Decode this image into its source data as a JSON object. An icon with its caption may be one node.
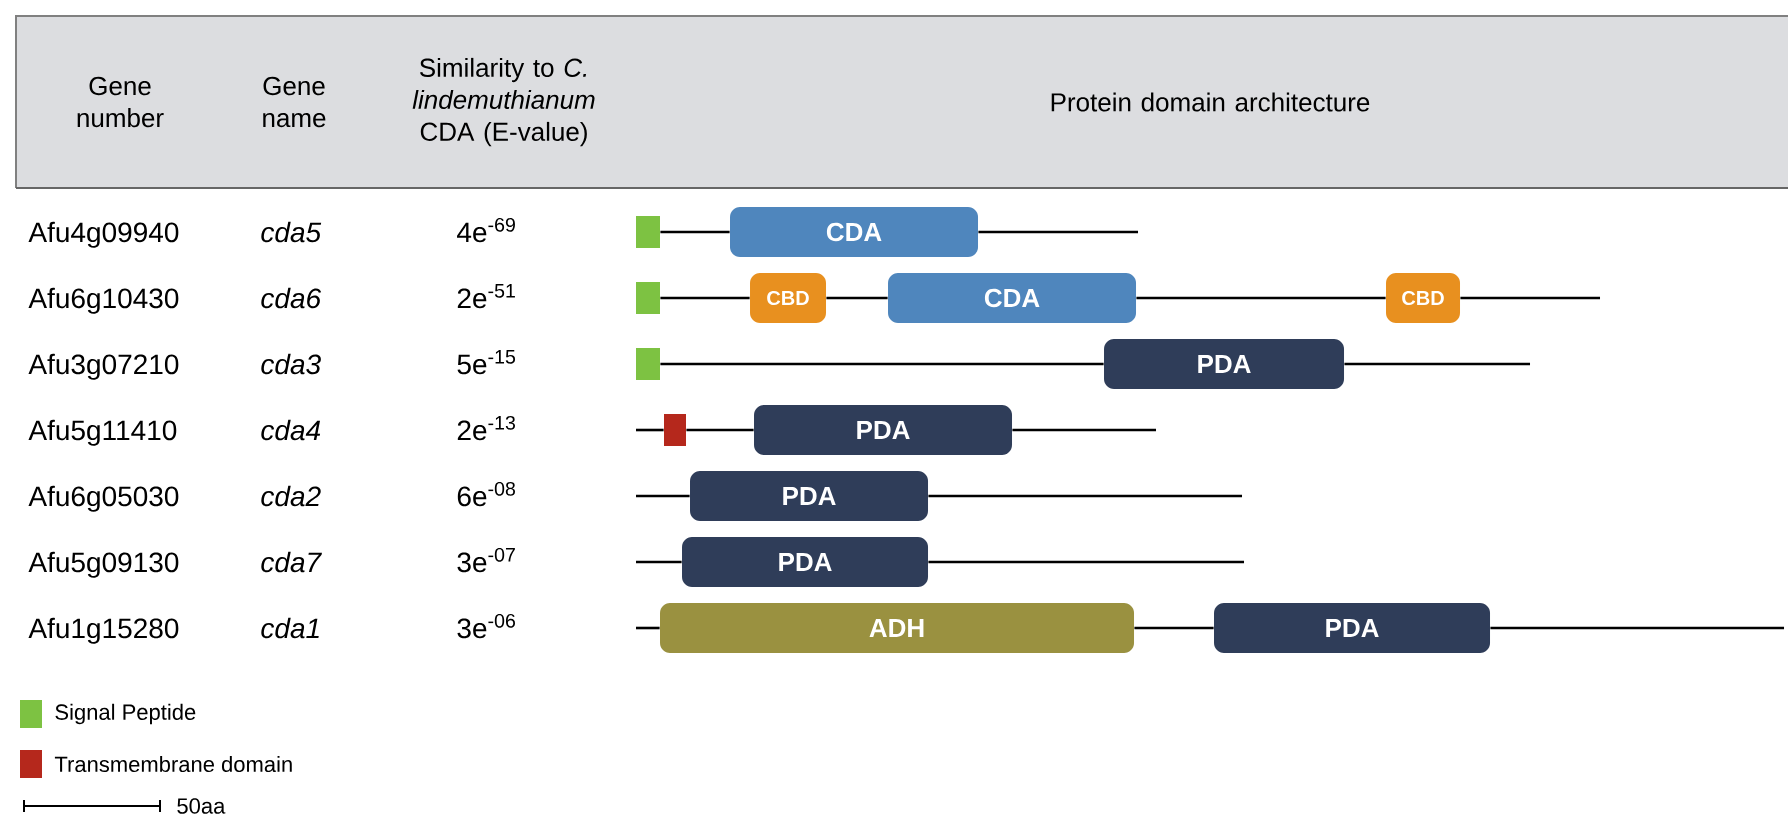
{
  "diagram": {
    "nodes": [
      {
        "text": [],
        "shape": "box"
      },
      {
        "text": [
          "CDA"
        ]
      },
      {
        "text": [],
        "shape": "box"
      },
      {
        "text": [
          "CBD"
        ]
      },
      {
        "text": [
          "CDA"
        ]
      },
      {
        "text": [
          "CBD"
        ]
      },
      {
        "text": [],
        "shape": "box"
      },
      {
        "text": [
          "PDA"
        ]
      },
      {
        "text": [],
        "shape": "box"
      },
      {
        "text": [
          "PDA"
        ]
      },
      {
        "text": [
          "PDA"
        ]
      },
      {
        "text": [
          "PDA"
        ]
      },
      {
        "text": [
          "ADH"
        ]
      },
      {
        "text": [
          "PDA"
        ]
      }
    ],
    "edges": [
      {
        "from": 0,
        "to": 1,
        "arrow": "none"
      },
      {
        "from": 1,
        "to": null,
        "arrow": "none"
      },
      {
        "from": 2,
        "to": 3,
        "arrow": "none"
      },
      {
        "from": 3,
        "to": 4,
        "arrow": "none"
      },
      {
        "from": 4,
        "to": 5,
        "arrow": "none"
      },
      {
        "from": 5,
        "to": null,
        "arrow": "none"
      },
      {
        "from": 6,
        "to": 7,
        "arrow": "none"
      },
      {
        "from": 7,
        "to": null,
        "arrow": "none"
      },
      {
        "from": null,
        "to": 8,
        "arrow": "none"
      },
      {
        "from": 8,
        "to": 9,
        "arrow": "none"
      },
      {
        "from": 9,
        "to": null,
        "arrow": "none"
      },
      {
        "from": null,
        "to": 10,
        "arrow": "none"
      },
      {
        "from": 10,
        "to": null,
        "arrow": "none"
      },
      {
        "from": null,
        "to": 11,
        "arrow": "none"
      },
      {
        "from": 11,
        "to": null,
        "arrow": "none"
      },
      {
        "from": null,
        "to": 12,
        "arrow": "none"
      },
      {
        "from": 12,
        "to": 13,
        "arrow": "none"
      },
      {
        "from": 13,
        "to": null,
        "arrow": "none"
      }
    ],
    "labels": [
      "Gene number",
      "Gene name",
      "Similarity to *C. lindemuthianum* CDA (E-value)",
      "Protein domain architecture",
      "Afu4g09940",
      "cda5",
      "4e$^{-69}$",
      "Afu6g10430",
      "cda6",
      "2e$^{-51}$",
      "Afu3g07210",
      "cda3",
      "5e$^{-15}$",
      "Afu5g11410",
      "cda4",
      "2e$^{-13}$",
      "Afu6g05030",
      "cda2",
      "6e$^{-08}$",
      "Afu5g09130",
      "cda7",
      "3e$^{-07}$",
      "Afu1g15280",
      "cda1",
      "3e$^{-06}$",
      "50aa"
    ],
    "legend": [
      {
        "text": "Signal Peptide",
        "color": "#7dc242"
      },
      {
        "text": "Transmembrane domain",
        "color": "#b5281c"
      }
    ]
  }
}
